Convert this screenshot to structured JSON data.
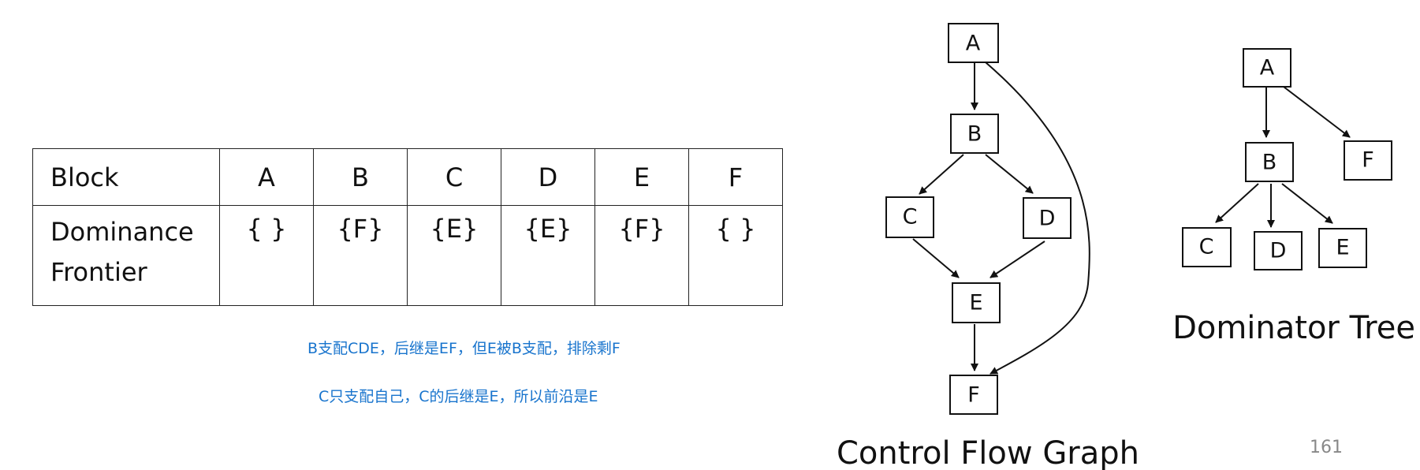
{
  "table": {
    "row1_header": "Block",
    "row2_header_lines": [
      "Dominance",
      "Frontier"
    ],
    "blocks": [
      "A",
      "B",
      "C",
      "D",
      "E",
      "F"
    ],
    "frontiers": [
      "{ }",
      "{F}",
      "{E}",
      "{E}",
      "{F}",
      "{ }"
    ]
  },
  "notes": [
    "B支配CDE，后继是EF，但E被B支配，排除剩F",
    "C只支配自己，C的后继是E，所以前沿是E"
  ],
  "cfg": {
    "caption": "Control Flow Graph",
    "nodes": [
      "A",
      "B",
      "C",
      "D",
      "E",
      "F"
    ],
    "edges": [
      [
        "A",
        "B"
      ],
      [
        "A",
        "F"
      ],
      [
        "B",
        "C"
      ],
      [
        "B",
        "D"
      ],
      [
        "C",
        "E"
      ],
      [
        "D",
        "E"
      ],
      [
        "E",
        "F"
      ]
    ]
  },
  "domtree": {
    "caption": "Dominator Tree",
    "nodes": [
      "A",
      "B",
      "F",
      "C",
      "D",
      "E"
    ],
    "edges": [
      [
        "A",
        "B"
      ],
      [
        "A",
        "F"
      ],
      [
        "B",
        "C"
      ],
      [
        "B",
        "D"
      ],
      [
        "B",
        "E"
      ]
    ]
  },
  "page_number": "161"
}
